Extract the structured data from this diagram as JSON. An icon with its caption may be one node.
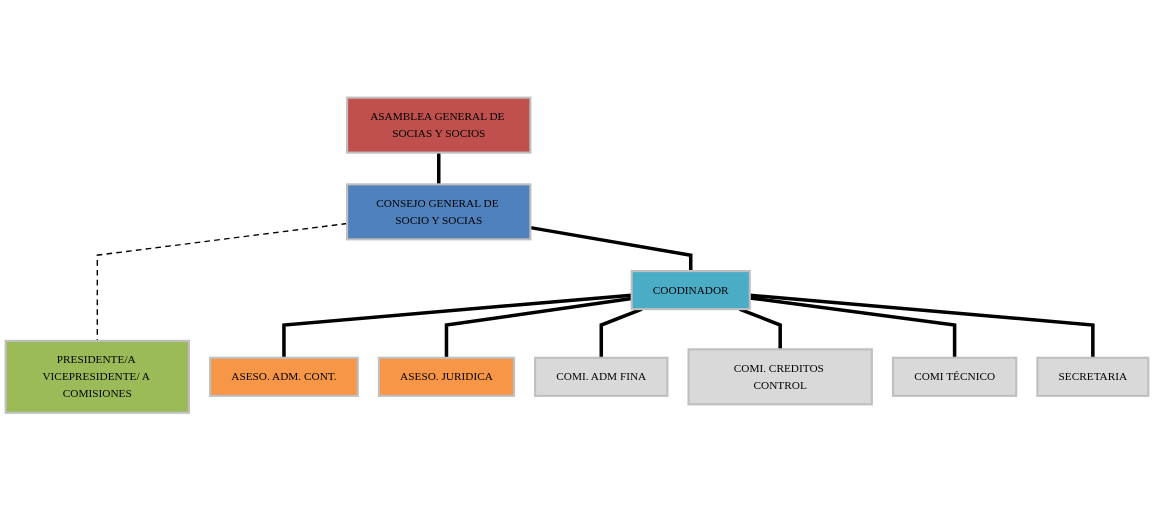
{
  "diagram": {
    "nodes": [
      {
        "text": [
          "ASAMBLEA GENERAL DE SOCIAS Y SOCIOS"
        ]
      },
      {
        "text": [
          "CONSEJO GENERAL DE SOCIO Y SOCIAS"
        ]
      },
      {
        "text": [
          "PRESIDENTE/A VICEPRESIDENTE/ A COMISIONES"
        ]
      },
      {
        "text": [
          "COODINADOR"
        ]
      },
      {
        "text": [
          "ASESO. ADM. CONT."
        ]
      },
      {
        "text": [
          "ASESO. JURIDICA"
        ]
      },
      {
        "text": [
          "COMI. ADM FINA"
        ]
      },
      {
        "text": [
          "COMI. CREDITOS CONTROL"
        ]
      },
      {
        "text": [
          "COMI TÉCNICO"
        ]
      },
      {
        "text": [
          "SECRETARIA"
        ]
      }
    ],
    "edges": [
      {
        "from": 0,
        "to": 1,
        "arrow": "none"
      },
      {
        "from": 1,
        "to": 2,
        "arrow": "none",
        "style": "dashed"
      },
      {
        "from": 1,
        "to": 3,
        "arrow": "none"
      },
      {
        "from": 3,
        "to": 4,
        "arrow": "none"
      },
      {
        "from": 3,
        "to": 5,
        "arrow": "none"
      },
      {
        "from": 3,
        "to": 6,
        "arrow": "none"
      },
      {
        "from": 3,
        "to": 7,
        "arrow": "none"
      },
      {
        "from": 3,
        "to": 8,
        "arrow": "none"
      },
      {
        "from": 3,
        "to": 9,
        "arrow": "none"
      }
    ]
  }
}
